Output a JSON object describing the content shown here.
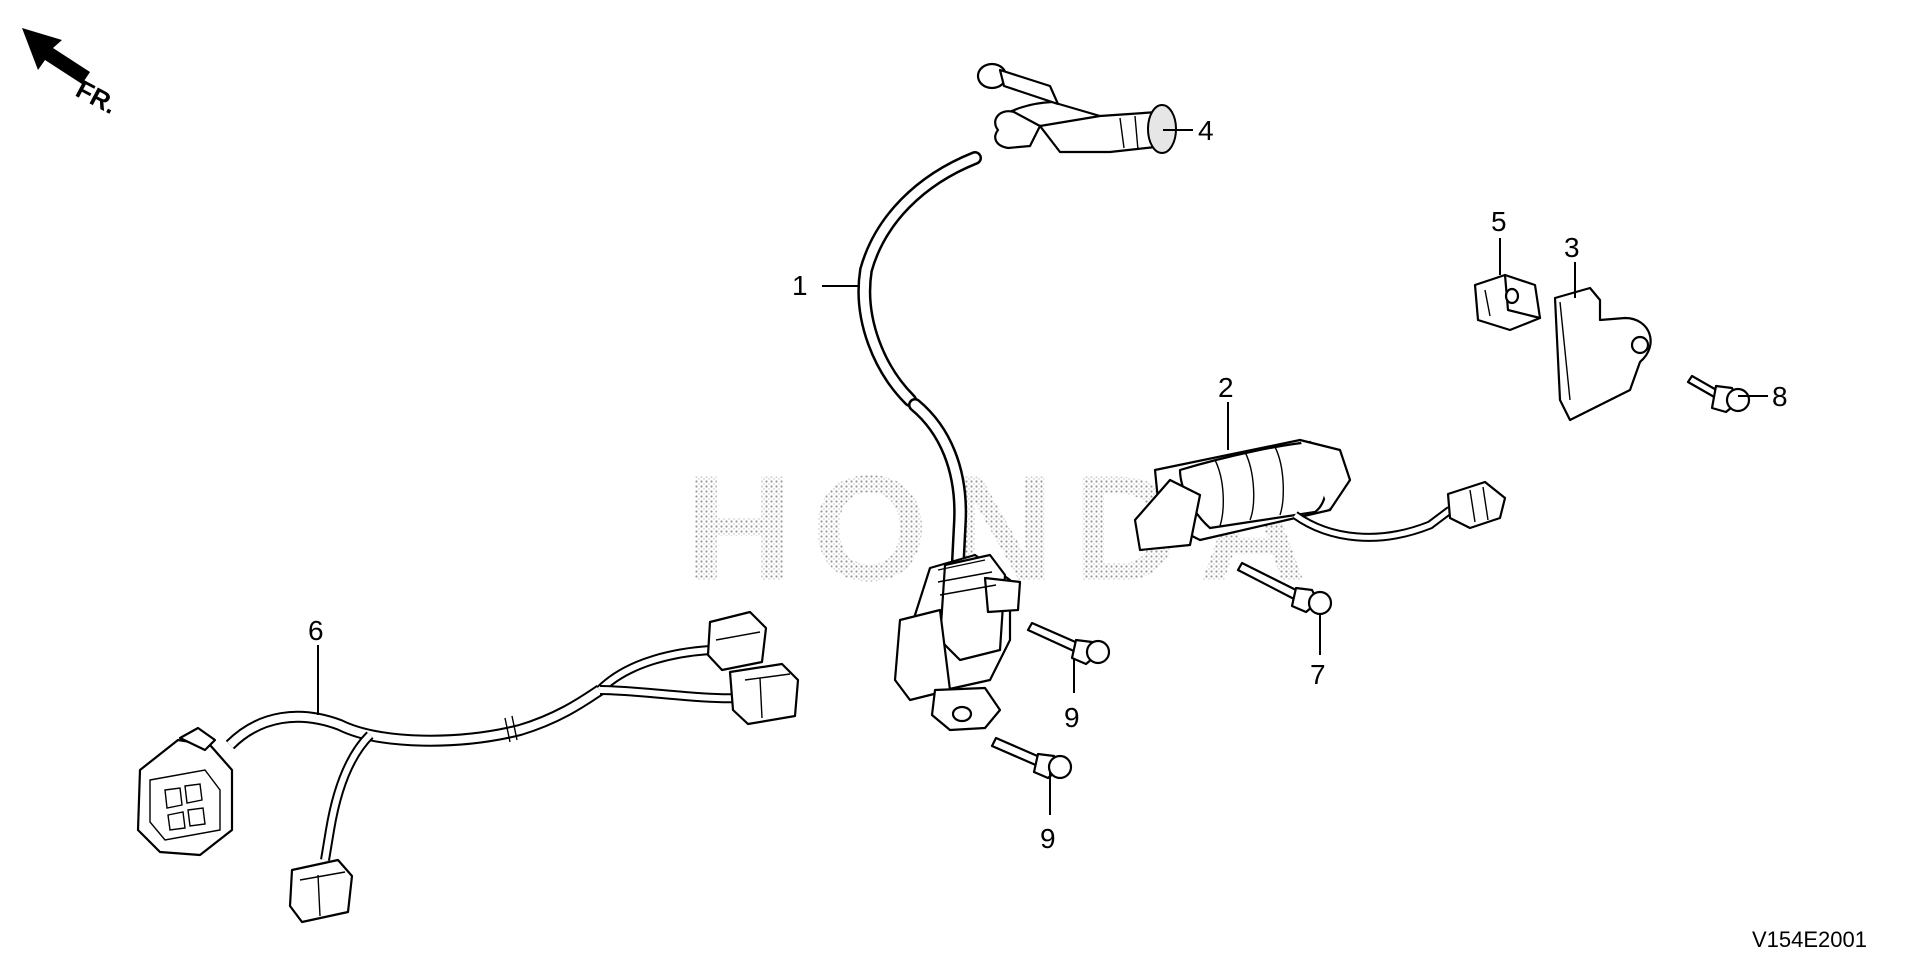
{
  "direction_label": "FR.",
  "watermark": "HONDA",
  "diagram_code": "V154E2001",
  "callouts": [
    "1",
    "2",
    "3",
    "4",
    "5",
    "6",
    "7",
    "8",
    "9",
    "9"
  ]
}
